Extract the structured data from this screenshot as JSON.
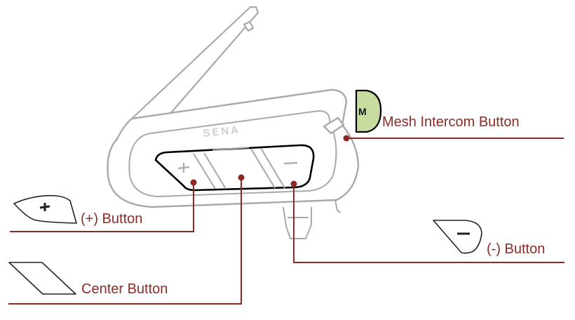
{
  "brand_text": "SENA",
  "mesh_button_letter": "M",
  "labels": {
    "mesh": "Mesh Intercom Button",
    "plus": "(+) Button",
    "minus": "(-) Button",
    "center": "Center Button"
  },
  "colors": {
    "leader": "#8c2b25",
    "mesh_key": "#c9dca0",
    "device_outline": "#a9a9a9"
  }
}
